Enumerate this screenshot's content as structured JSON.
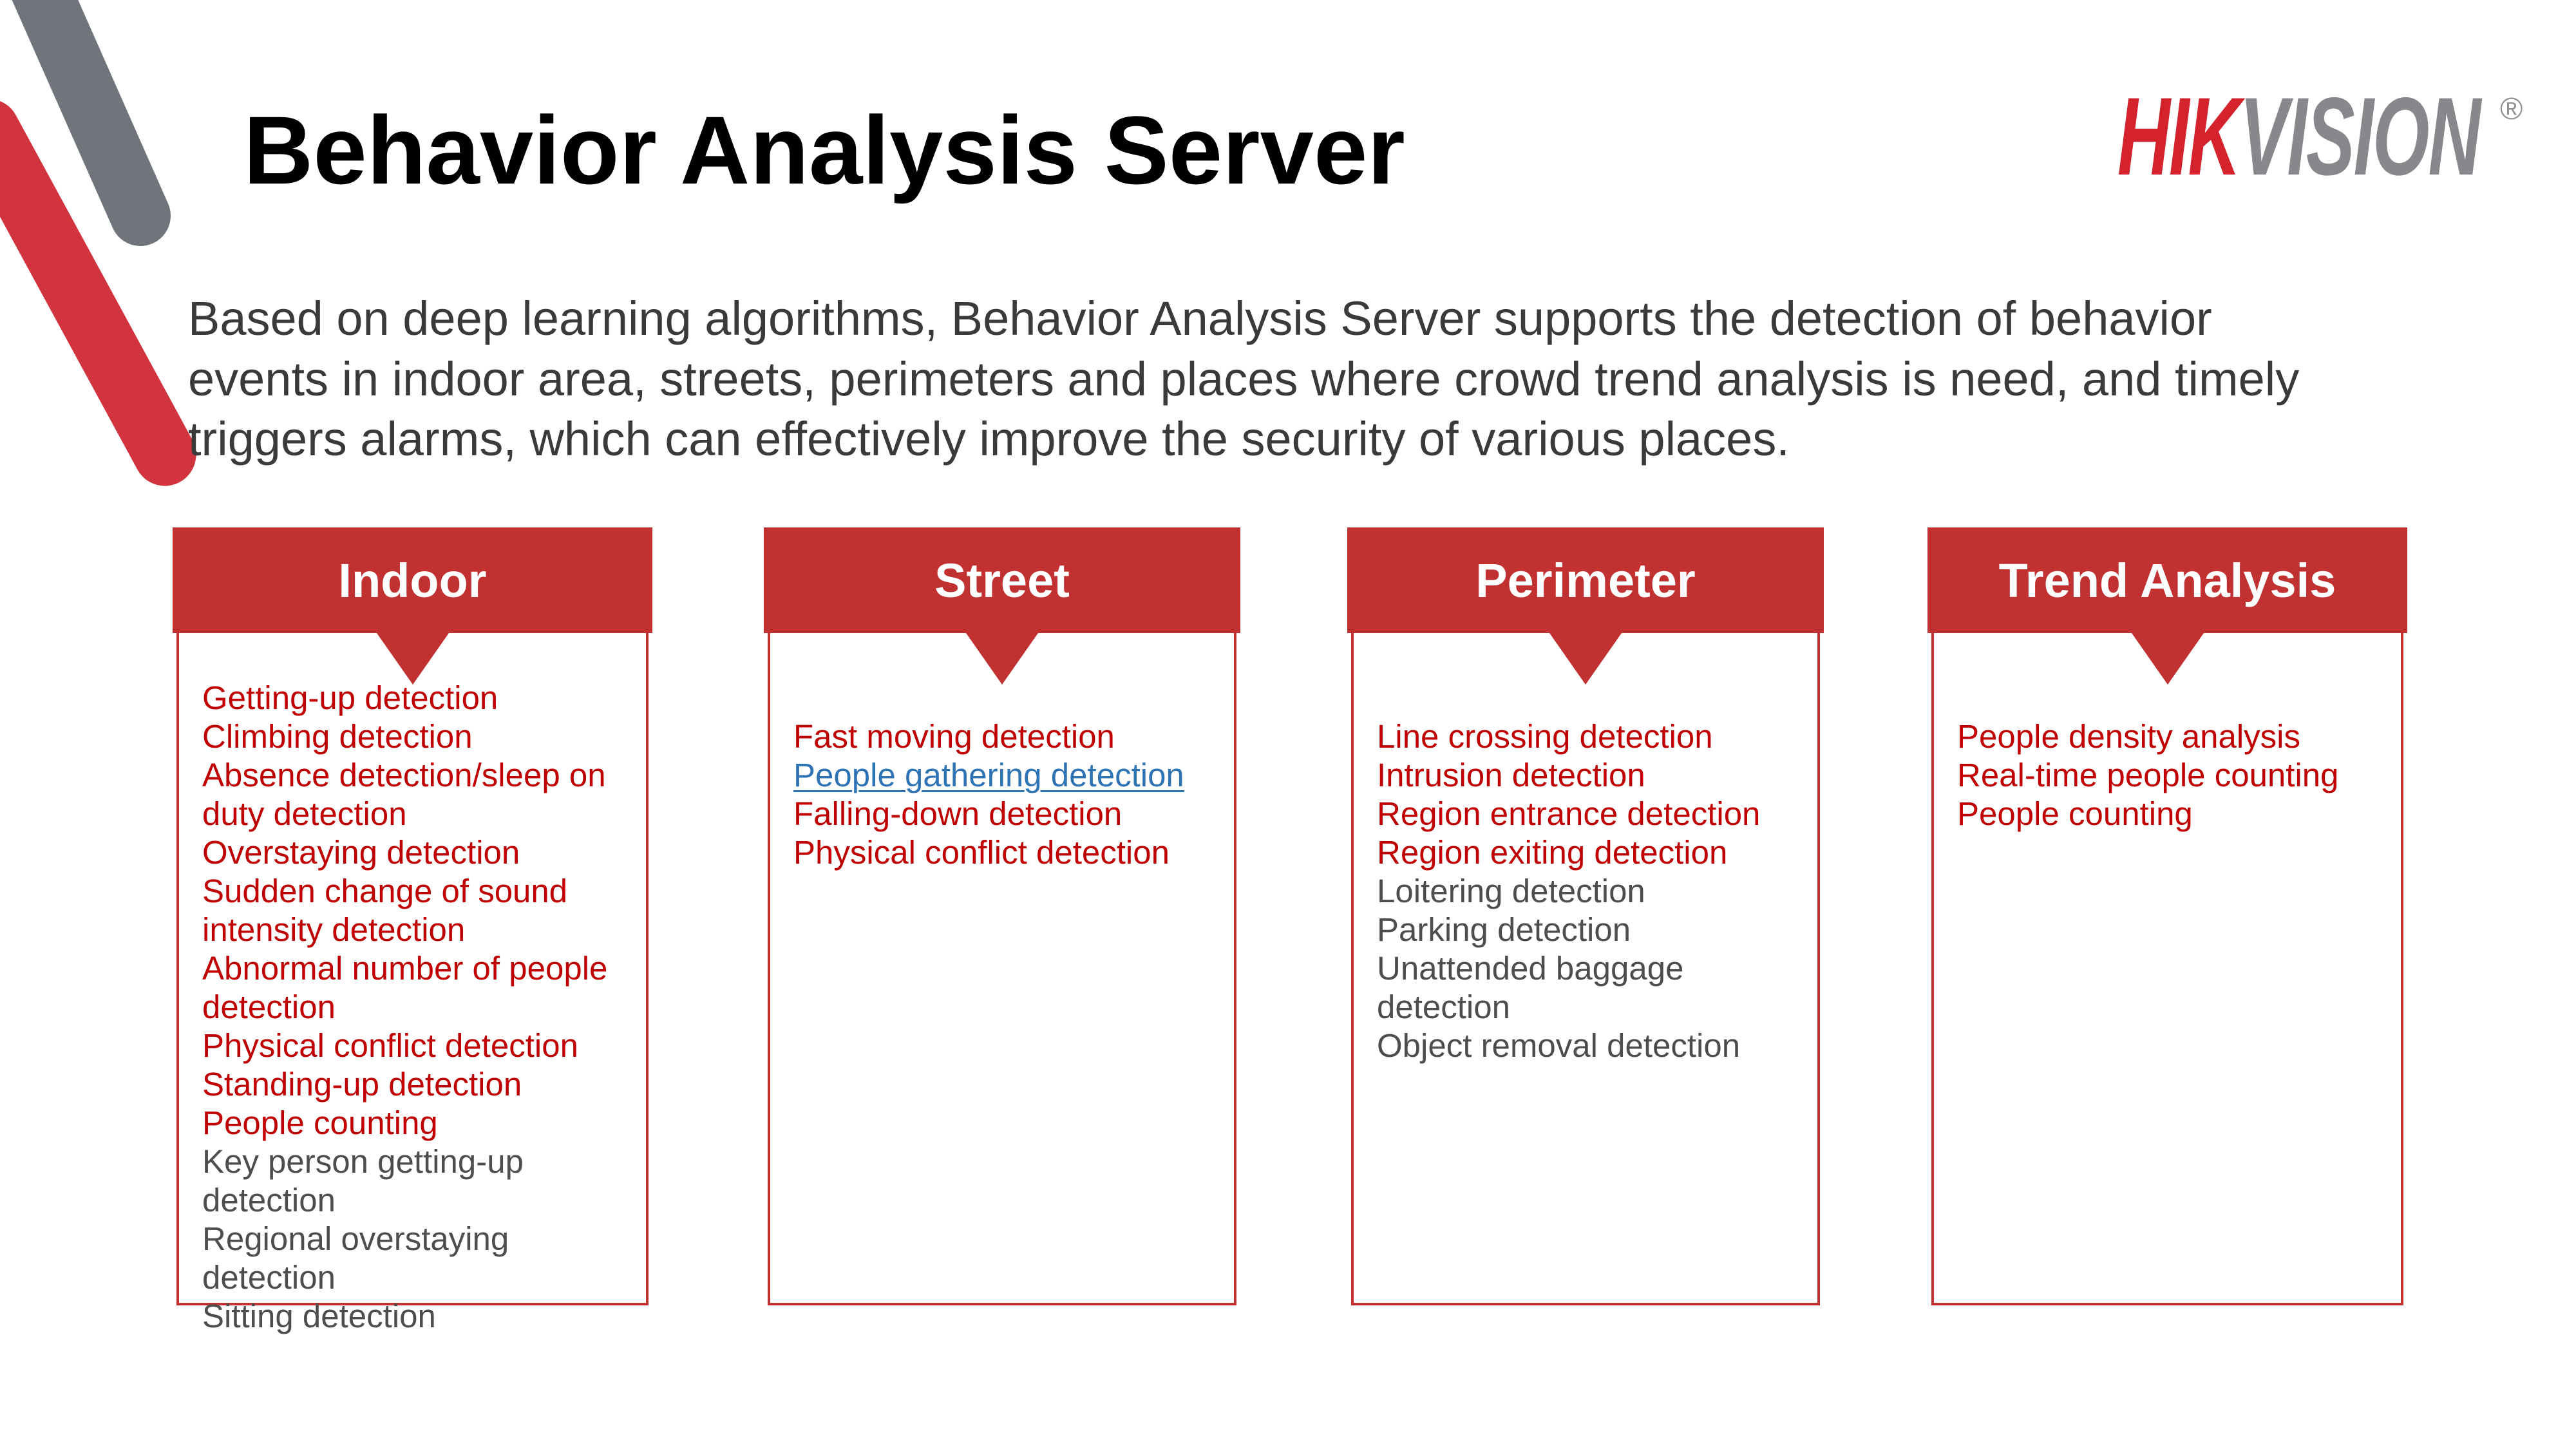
{
  "slide": {
    "title": "Behavior Analysis Server",
    "intro": "Based on deep learning algorithms, Behavior Analysis Server supports the detection of behavior\nevents in indoor area, streets, perimeters and places where crowd trend analysis is need, and timely\ntriggers alarms, which can effectively improve the security of various places."
  },
  "logo": {
    "hik": "HIK",
    "vision": "VISION",
    "registered": "®"
  },
  "colors": {
    "card_accent_red": "#C23132",
    "item_red": "#C00000",
    "item_gray": "#4D4D4D",
    "link_blue": "#2E74B5",
    "logo_red": "#D4232C",
    "logo_gray": "#86888B",
    "decoration_gray": "#70757B",
    "decoration_red": "#D1333F"
  },
  "cards": [
    {
      "title": "Indoor",
      "items": [
        {
          "text": "Getting-up detection",
          "style": "red"
        },
        {
          "text": "Climbing detection",
          "style": "red"
        },
        {
          "text": "Absence detection/sleep on\nduty detection",
          "style": "red"
        },
        {
          "text": "Overstaying detection",
          "style": "red"
        },
        {
          "text": "Sudden change of sound\nintensity detection",
          "style": "red"
        },
        {
          "text": "Abnormal number of people\ndetection",
          "style": "red"
        },
        {
          "text": "Physical conflict detection",
          "style": "red"
        },
        {
          "text": "Standing-up detection",
          "style": "red"
        },
        {
          "text": "People counting",
          "style": "red"
        },
        {
          "text": "Key person getting-up\ndetection",
          "style": "gray"
        },
        {
          "text": "Regional overstaying detection",
          "style": "gray"
        },
        {
          "text": "Sitting detection",
          "style": "gray"
        }
      ]
    },
    {
      "title": "Street",
      "items": [
        {
          "text": "Fast moving detection",
          "style": "red"
        },
        {
          "text": "People gathering detection",
          "style": "link"
        },
        {
          "text": "Falling-down detection",
          "style": "red"
        },
        {
          "text": "Physical conflict detection",
          "style": "red"
        }
      ]
    },
    {
      "title": "Perimeter",
      "items": [
        {
          "text": "Line crossing detection",
          "style": "red"
        },
        {
          "text": "Intrusion detection",
          "style": "red"
        },
        {
          "text": "Region entrance detection",
          "style": "red"
        },
        {
          "text": "Region exiting detection",
          "style": "red"
        },
        {
          "text": "Loitering detection",
          "style": "gray"
        },
        {
          "text": "Parking detection",
          "style": "gray"
        },
        {
          "text": "Unattended baggage\ndetection",
          "style": "gray"
        },
        {
          "text": "Object removal detection",
          "style": "gray"
        }
      ]
    },
    {
      "title": "Trend Analysis",
      "items": [
        {
          "text": "People density analysis",
          "style": "red"
        },
        {
          "text": "Real-time people counting",
          "style": "red"
        },
        {
          "text": "People counting",
          "style": "red"
        }
      ]
    }
  ]
}
